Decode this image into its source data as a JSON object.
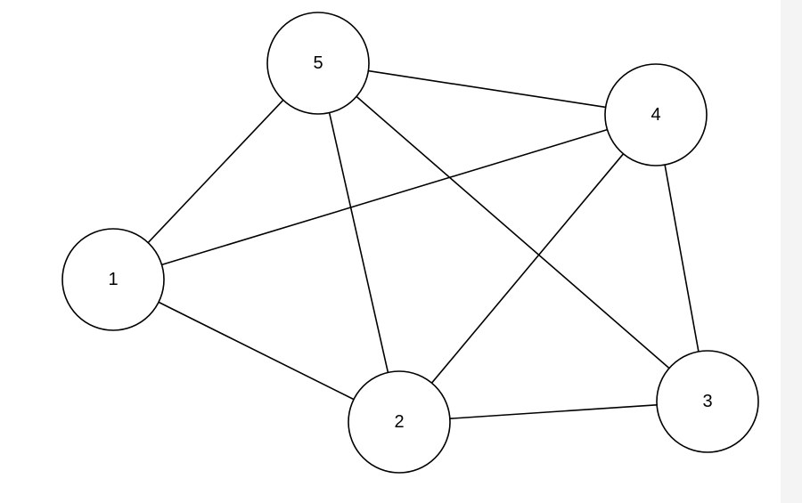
{
  "graph": {
    "nodes": [
      {
        "id": "1",
        "label": "1"
      },
      {
        "id": "2",
        "label": "2"
      },
      {
        "id": "3",
        "label": "3"
      },
      {
        "id": "4",
        "label": "4"
      },
      {
        "id": "5",
        "label": "5"
      }
    ],
    "edges": [
      {
        "from": "5",
        "to": "4"
      },
      {
        "from": "5",
        "to": "1"
      },
      {
        "from": "5",
        "to": "2"
      },
      {
        "from": "5",
        "to": "3"
      },
      {
        "from": "1",
        "to": "4"
      },
      {
        "from": "1",
        "to": "2"
      },
      {
        "from": "4",
        "to": "2"
      },
      {
        "from": "4",
        "to": "3"
      },
      {
        "from": "2",
        "to": "3"
      }
    ]
  },
  "colors": {
    "stroke": "#000000",
    "node_fill": "#ffffff",
    "background": "#ffffff"
  }
}
